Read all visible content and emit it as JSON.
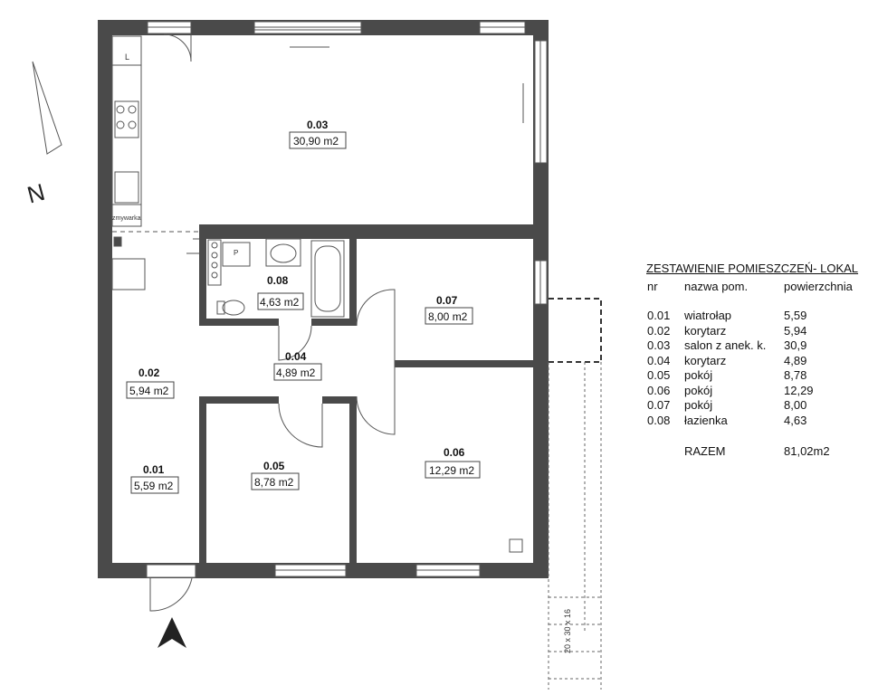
{
  "compass": {
    "north_label": "N"
  },
  "rooms": [
    {
      "nr": "0.03",
      "area": "30,90 m2"
    },
    {
      "nr": "0.08",
      "area": "4,63 m2"
    },
    {
      "nr": "0.07",
      "area": "8,00 m2"
    },
    {
      "nr": "0.04",
      "area": "4,89 m2"
    },
    {
      "nr": "0.02",
      "area": "5,94 m2"
    },
    {
      "nr": "0.05",
      "area": "8,78 m2"
    },
    {
      "nr": "0.06",
      "area": "12,29 m2"
    },
    {
      "nr": "0.01",
      "area": "5,59 m2"
    }
  ],
  "annotations": {
    "dishwasher": "zmywarka",
    "fridge": "L",
    "boiler": "P",
    "stairs": "20 x 30 x 16"
  },
  "legend": {
    "title": "ZESTAWIENIE POMIESZCZEŃ- LOKAL",
    "headers": {
      "nr": "nr",
      "name": "nazwa pom.",
      "area": "powierzchnia"
    },
    "rows": [
      {
        "nr": "0.01",
        "name": "wiatrołap",
        "area": "5,59"
      },
      {
        "nr": "0.02",
        "name": "korytarz",
        "area": "5,94"
      },
      {
        "nr": "0.03",
        "name": "salon z anek. k.",
        "area": "30,9"
      },
      {
        "nr": "0.04",
        "name": "korytarz",
        "area": "4,89"
      },
      {
        "nr": "0.05",
        "name": "pokój",
        "area": "8,78"
      },
      {
        "nr": "0.06",
        "name": "pokój",
        "area": "12,29"
      },
      {
        "nr": "0.07",
        "name": "pokój",
        "area": "8,00"
      },
      {
        "nr": "0.08",
        "name": "łazienka",
        "area": "4,63"
      }
    ],
    "total_label": "RAZEM",
    "total_value": "81,02m2"
  }
}
